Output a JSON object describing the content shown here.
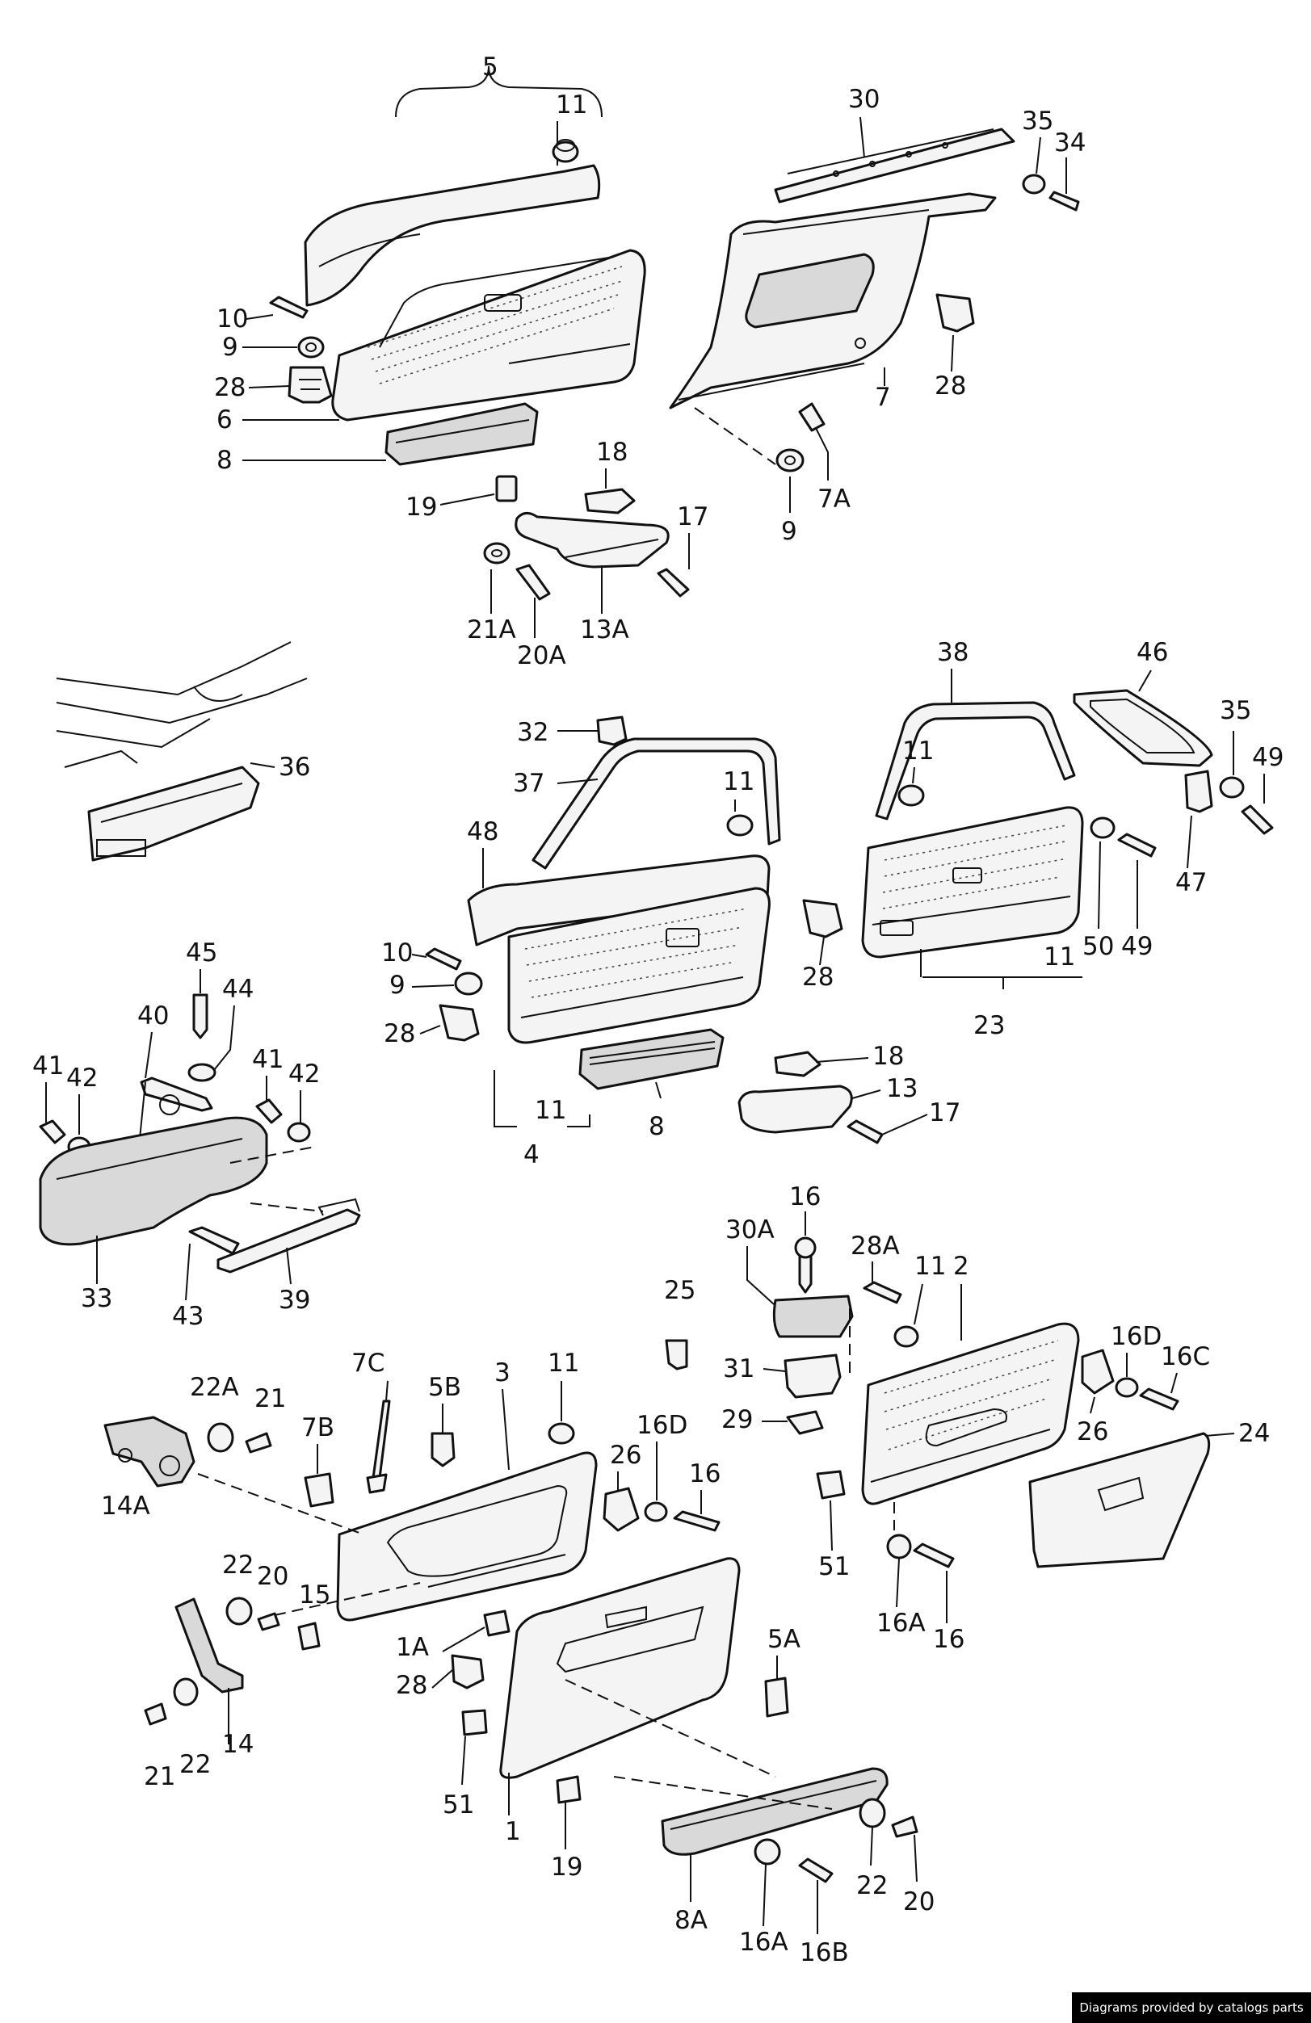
{
  "labels": {
    "l5": "5",
    "l11a": "11",
    "l30": "30",
    "l35a": "35",
    "l34": "34",
    "l10a": "10",
    "l9a": "9",
    "l28a": "28",
    "l6": "6",
    "l8a": "8",
    "l18a": "18",
    "l19a": "19",
    "l17a": "17",
    "l21A": "21A",
    "l20A": "20A",
    "l13A": "13A",
    "l7": "7",
    "l28b": "28",
    "l7A": "7A",
    "l9b": "9",
    "l36": "36",
    "l32": "32",
    "l37": "37",
    "l11b": "11",
    "l48": "48",
    "l38": "38",
    "l11c": "11",
    "l46": "46",
    "l35b": "35",
    "l49a": "49",
    "l47": "47",
    "l50": "50",
    "l49b": "49",
    "l11d": "11",
    "l23": "23",
    "l10b": "10",
    "l9c": "9",
    "l28c": "28",
    "l11e": "11",
    "l4": "4",
    "l8b": "8",
    "l28d": "28",
    "l18b": "18",
    "l13": "13",
    "l17b": "17",
    "l45": "45",
    "l40": "40",
    "l44": "44",
    "l41a": "41",
    "l42a": "42",
    "l41b": "41",
    "l42b": "42",
    "l33": "33",
    "l43": "43",
    "l39": "39",
    "l16a": "16",
    "l30A": "30A",
    "l28A": "28A",
    "l11f": "11",
    "l2": "2",
    "l25": "25",
    "l31": "31",
    "l29": "29",
    "l16D_a": "16D",
    "l16C": "16C",
    "l26a": "26",
    "l24": "24",
    "l51a": "51",
    "l16A_a": "16A",
    "l16b": "16",
    "l22A": "22A",
    "l21a": "21",
    "l7C": "7C",
    "l5B": "5B",
    "l3": "3",
    "l11g": "11",
    "l7B": "7B",
    "l14A": "14A",
    "l16D_b": "16D",
    "l26b": "26",
    "l16c": "16",
    "l22a": "22",
    "l20a": "20",
    "l15": "15",
    "l1A": "1A",
    "l28e": "28",
    "l5A": "5A",
    "l21b": "21",
    "l22b": "22",
    "l14": "14",
    "l51b": "51",
    "l1": "1",
    "l19b": "19",
    "l8A": "8A",
    "l16A_b": "16A",
    "l16B": "16B",
    "l22c": "22",
    "l20b": "20"
  },
  "footer": {
    "credit": "Diagrams provided by catalogs parts"
  }
}
